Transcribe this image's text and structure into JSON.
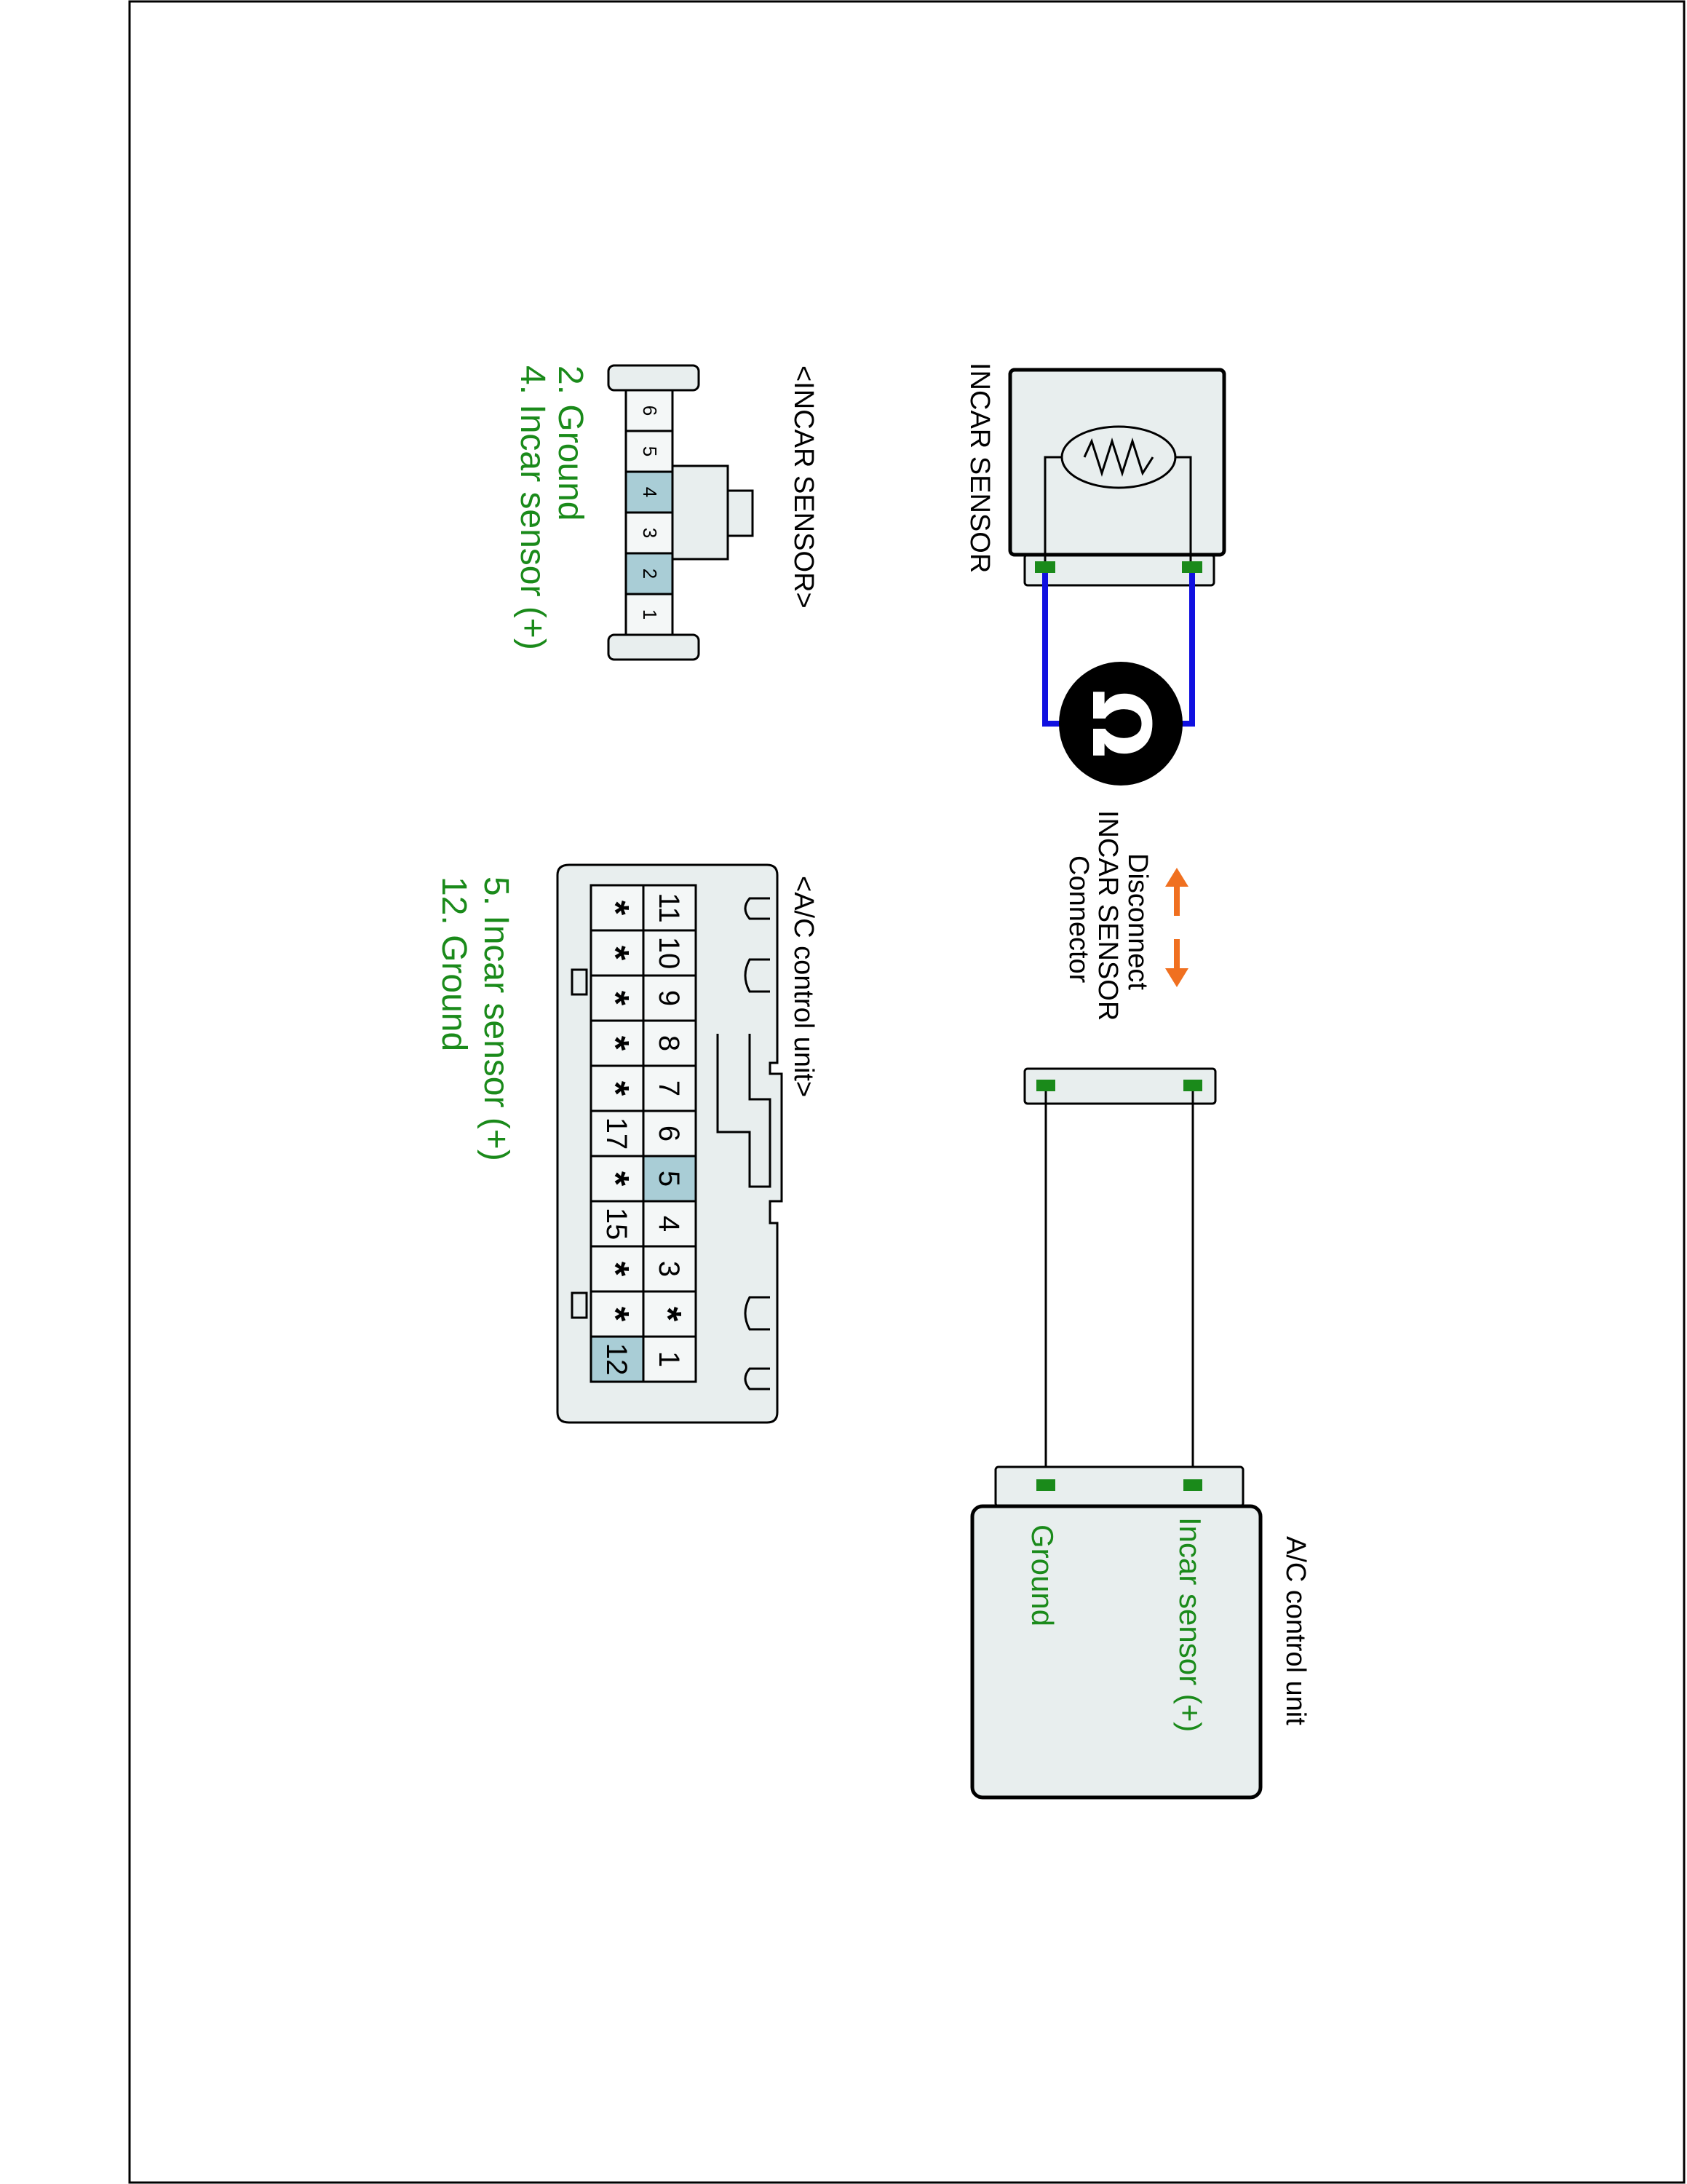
{
  "incar_sensor_box_label": "INCAR SENSOR",
  "ac_unit_box_label": "A/C control unit",
  "ac_unit_pin_labels": [
    "Incar sensor (+)",
    "Ground"
  ],
  "disconnect_note": [
    "Disconnect",
    "INCAR SENSOR",
    "Connector"
  ],
  "incar_connector": {
    "title": "<INCAR SENSOR>",
    "pins": [
      "6",
      "5",
      "4",
      "3",
      "2",
      "1"
    ],
    "highlighted_pins": [
      "4",
      "2"
    ],
    "legend": [
      "2. Ground",
      "4. Incar sensor (+)"
    ]
  },
  "ac_connector": {
    "title": "<A/C control unit>",
    "top_row": [
      "11",
      "10",
      "9",
      "8",
      "7",
      "6",
      "5",
      "4",
      "3",
      "*",
      "1"
    ],
    "bottom_row": [
      "*",
      "*",
      "*",
      "*",
      "*",
      "17",
      "*",
      "15",
      "*",
      "*",
      "12"
    ],
    "highlighted_pins": [
      "5",
      "12"
    ],
    "legend": [
      "5. Incar sensor (+)",
      "12. Ground"
    ]
  },
  "colors": {
    "wire_to_meter": "#1010e0",
    "terminal": "#1a8a1a",
    "label_green": "#1a8a1a",
    "arrow": "#f07020",
    "box_fill": "#e8eeee",
    "pin_highlight": "#a9cdd6"
  },
  "icons": [
    "ohm-meter-icon",
    "resistor-icon",
    "double-arrow-icon"
  ]
}
